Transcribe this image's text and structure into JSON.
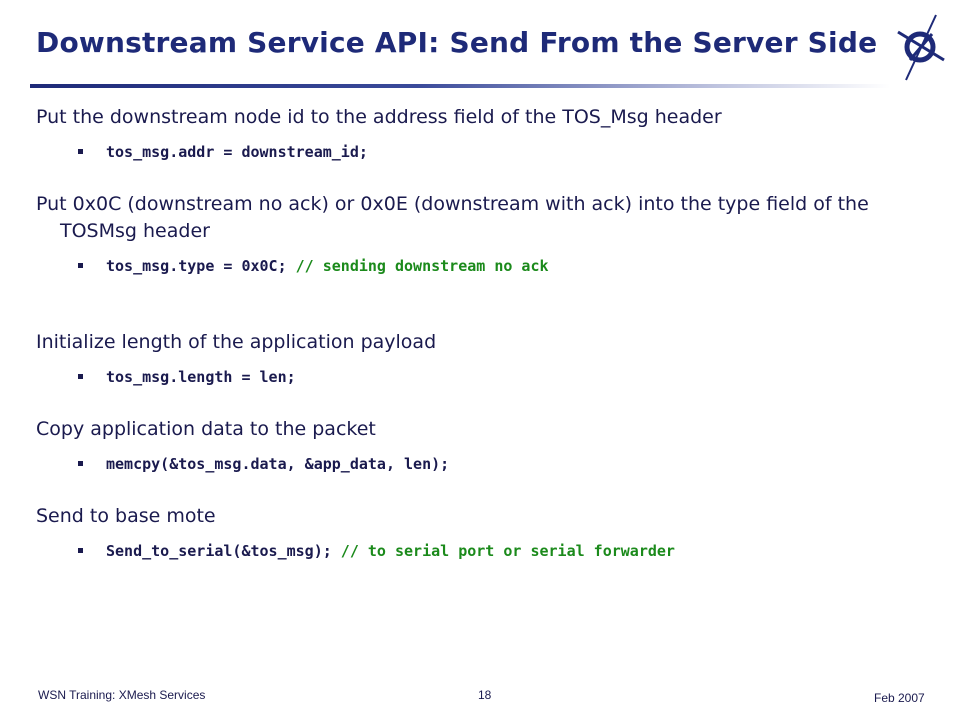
{
  "slide": {
    "title": "Downstream Service API: Send From the Server Side",
    "logo_icon": "compass-logo-icon",
    "accent_color": "#1e2a78",
    "comment_color": "#1b8a1b"
  },
  "sections": [
    {
      "heading": "Put the downstream node id to the address field of the TOS_Msg header",
      "code": "tos_msg.addr = downstream_id;",
      "comment": ""
    },
    {
      "heading": "Put 0x0C (downstream no ack) or  0x0E (downstream with ack) into the type field of the TOSMsg header",
      "code": "tos_msg.type = 0x0C;",
      "comment": " // sending downstream no ack"
    },
    {
      "heading": "Initialize length of the application payload",
      "code": "tos_msg.length = len;",
      "comment": ""
    },
    {
      "heading": "Copy application data to the packet",
      "code": "memcpy(&tos_msg.data, &app_data, len);",
      "comment": ""
    },
    {
      "heading": "Send to base mote",
      "code": "Send_to_serial(&tos_msg);",
      "comment": "  // to serial port or serial forwarder"
    }
  ],
  "footer": {
    "left": "WSN Training: XMesh Services",
    "page_number": "18",
    "date": "Feb 2007"
  }
}
